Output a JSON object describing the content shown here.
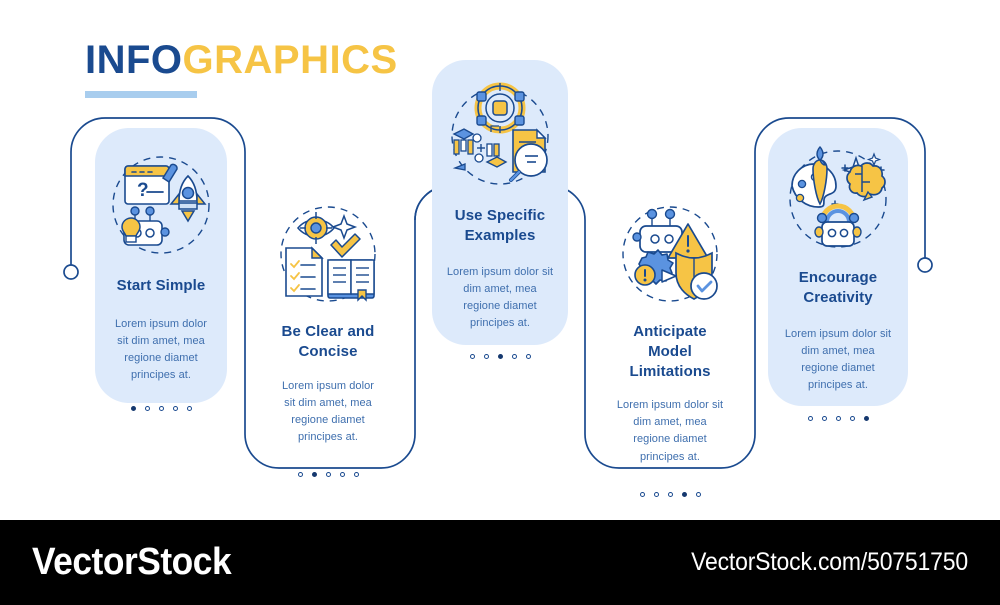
{
  "header": {
    "title_part_1": "INFO",
    "title_part_2": "GRAPHICS",
    "title_color_1": "#1a4a8f",
    "title_color_2": "#f6c445",
    "underline_color": "#a8cdee"
  },
  "theme": {
    "navy": "#1a4a8f",
    "deep_navy": "#16396f",
    "body_text": "#3f6fae",
    "card_fill": "#ddeafb",
    "outline": "#1a4a8f",
    "yellow": "#f6c445",
    "blue_accent": "#5b93e0",
    "background": "#ffffff"
  },
  "steps": [
    {
      "index": 1,
      "title": "Start Simple",
      "body": "Lorem ipsum dolor sit dim amet, mea regione diamet principes at.",
      "style": "filled",
      "active_dot": 1,
      "dot_count": 5,
      "icons": [
        "browser-window-question-icon",
        "pen-icon",
        "rocket-icon",
        "robot-icon",
        "lightbulb-icon"
      ]
    },
    {
      "index": 2,
      "title": "Be Clear and Concise",
      "body": "Lorem ipsum dolor sit dim amet, mea regione diamet principes at.",
      "style": "outline",
      "active_dot": 2,
      "dot_count": 5,
      "icons": [
        "eye-target-icon",
        "sparkle-icon",
        "checkmark-icon",
        "checklist-document-icon",
        "open-book-icon"
      ]
    },
    {
      "index": 3,
      "title": "Use Specific Examples",
      "body": "Lorem ipsum dolor sit dim amet, mea regione diamet principes at.",
      "style": "filled",
      "active_dot": 3,
      "dot_count": 5,
      "icons": [
        "target-node-icon",
        "data-cluster-icon",
        "document-icon",
        "magnifier-icon"
      ]
    },
    {
      "index": 4,
      "title": "Anticipate Model Limitations",
      "body": "Lorem ipsum dolor sit dim amet, mea regione diamet principes at.",
      "style": "outline",
      "active_dot": 4,
      "dot_count": 5,
      "icons": [
        "robot-icon",
        "warning-triangle-icon",
        "gear-alert-icon",
        "shield-check-icon"
      ]
    },
    {
      "index": 5,
      "title": "Encourage Creativity",
      "body": "Lorem ipsum dolor sit dim amet, mea regione diamet principes at.",
      "style": "filled",
      "active_dot": 5,
      "dot_count": 5,
      "icons": [
        "palette-brush-icon",
        "sparkle-icon",
        "brain-icon",
        "robot-rainbow-icon"
      ]
    }
  ],
  "footer": {
    "brand": "VectorStock",
    "url": "VectorStock.com/50751750"
  }
}
